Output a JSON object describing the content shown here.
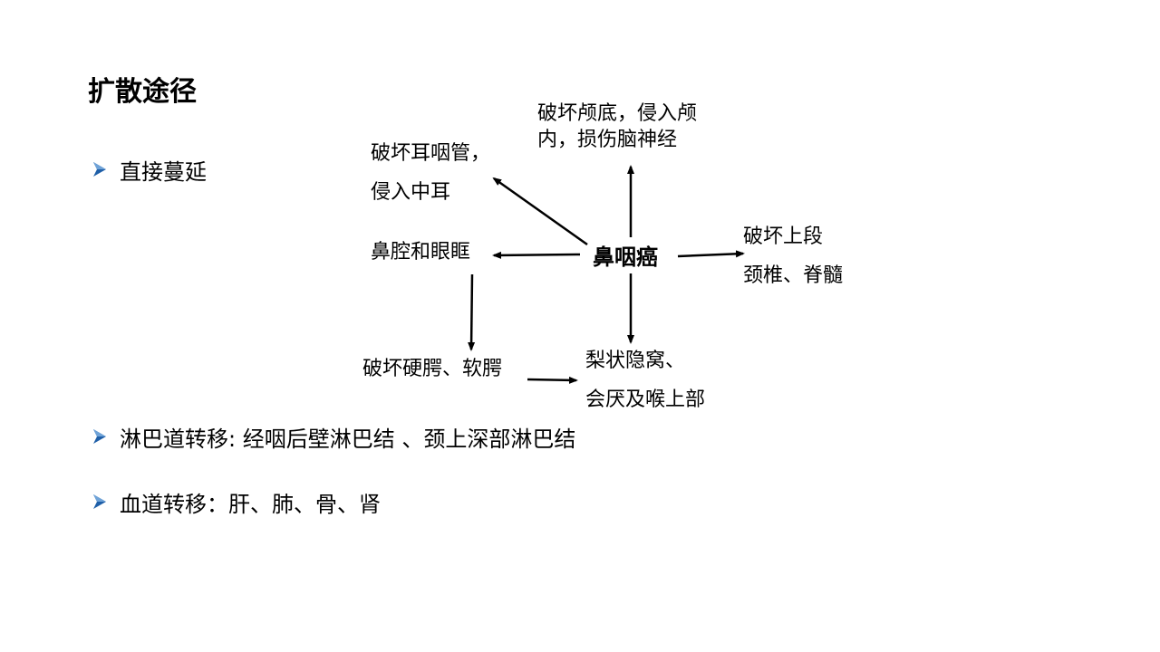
{
  "slide": {
    "title": "扩散途径",
    "bullets": [
      "直接蔓延",
      "淋巴道转移:  经咽后壁淋巴结 、颈上深部淋巴结",
      "血道转移：肝、肺、骨、肾"
    ]
  },
  "diagram": {
    "center": "鼻咽癌",
    "top": [
      "破坏颅底，侵入颅",
      "内，损伤脑神经"
    ],
    "upper_left": [
      "破坏耳咽管，",
      "侵入中耳"
    ],
    "left": "鼻腔和眼眶",
    "right": [
      "破坏上段",
      "颈椎、脊髓"
    ],
    "lower_left": "破坏硬腭、软腭",
    "bottom": [
      "梨状隐窝、",
      "会厌及喉上部"
    ]
  },
  "colors": {
    "bullet_marker": "#1f5fa8"
  }
}
